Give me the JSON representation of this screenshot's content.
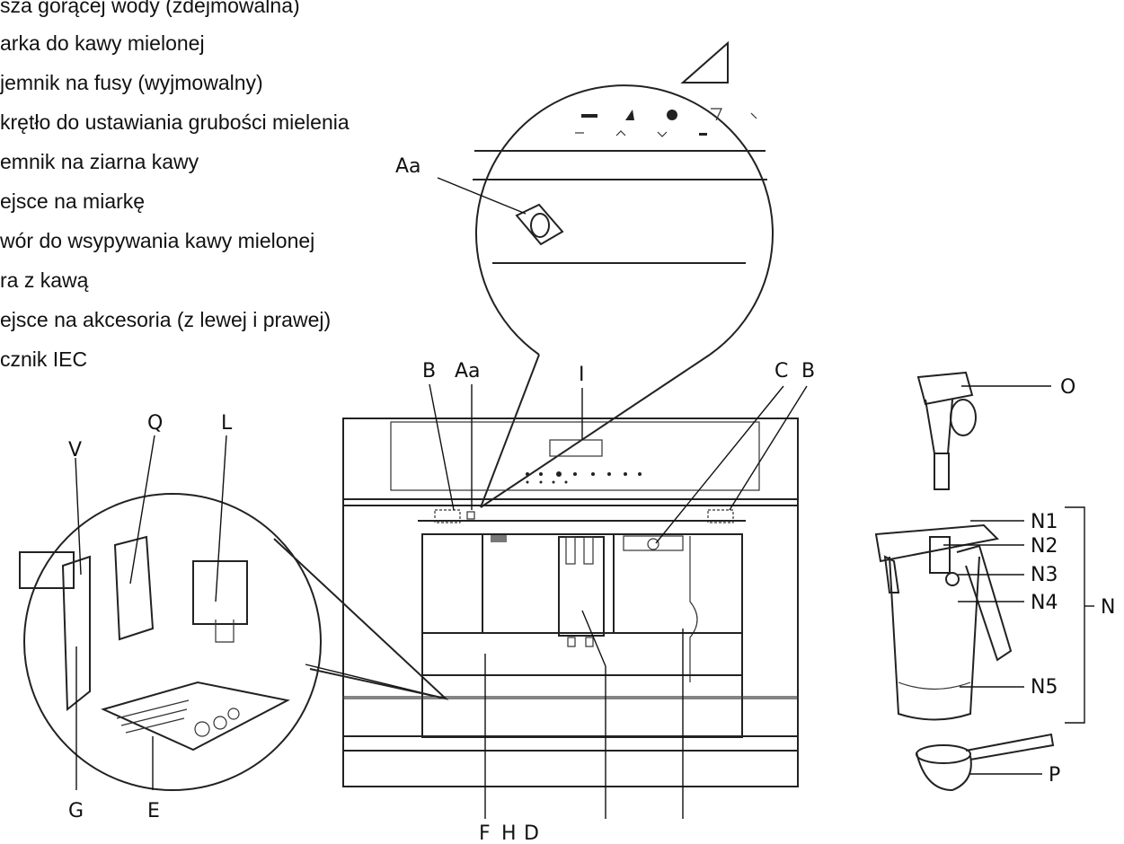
{
  "legend": [
    "sza gorącej wody (zdejmowalna)",
    "arka do kawy mielonej",
    "jemnik na fusy (wyjmowalny)",
    "krętło do ustawiania grubości mielenia",
    "emnik na ziarna kawy",
    "ejsce na miarkę",
    "wór do wsypywania kawy mielonej",
    "ra z kawą",
    "ejsce na akcesoria (z lewej i prawej)",
    "cznik IEC"
  ],
  "labels": {
    "Aa_zoom": "Aa",
    "B_left": "B",
    "Aa_top": "Aa",
    "I": "I",
    "C": "C",
    "B_right": "B",
    "Q": "Q",
    "L": "L",
    "V": "V",
    "G": "G",
    "E": "E",
    "F": "F",
    "H": "H",
    "D": "D",
    "O": "O",
    "N1": "N1",
    "N2": "N2",
    "N3": "N3",
    "N4": "N4",
    "N5": "N5",
    "N": "N",
    "P": "P"
  }
}
